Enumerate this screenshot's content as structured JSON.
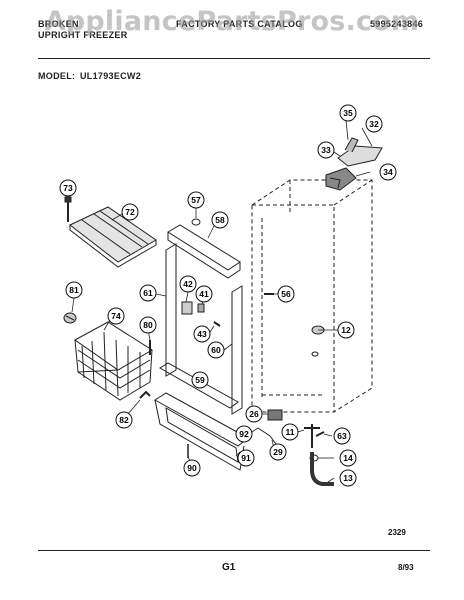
{
  "header": {
    "brand_line1": "BROKEN",
    "brand_line2": "UPRIGHT FREEZER",
    "catalog_title": "FACTORY PARTS CATALOG",
    "part_number": "5995243846"
  },
  "watermark": "AppliancePartsPros.com",
  "model": {
    "label": "MODEL:",
    "value": "UL1793ECW2"
  },
  "callouts": [
    "73",
    "72",
    "81",
    "74",
    "80",
    "82",
    "57",
    "58",
    "61",
    "42",
    "41",
    "43",
    "60",
    "59",
    "56",
    "12",
    "35",
    "32",
    "33",
    "34",
    "26",
    "92",
    "29",
    "11",
    "63",
    "14",
    "13",
    "91",
    "90"
  ],
  "footer": {
    "figure_code": "2329",
    "page": "G1",
    "date": "8/93"
  }
}
